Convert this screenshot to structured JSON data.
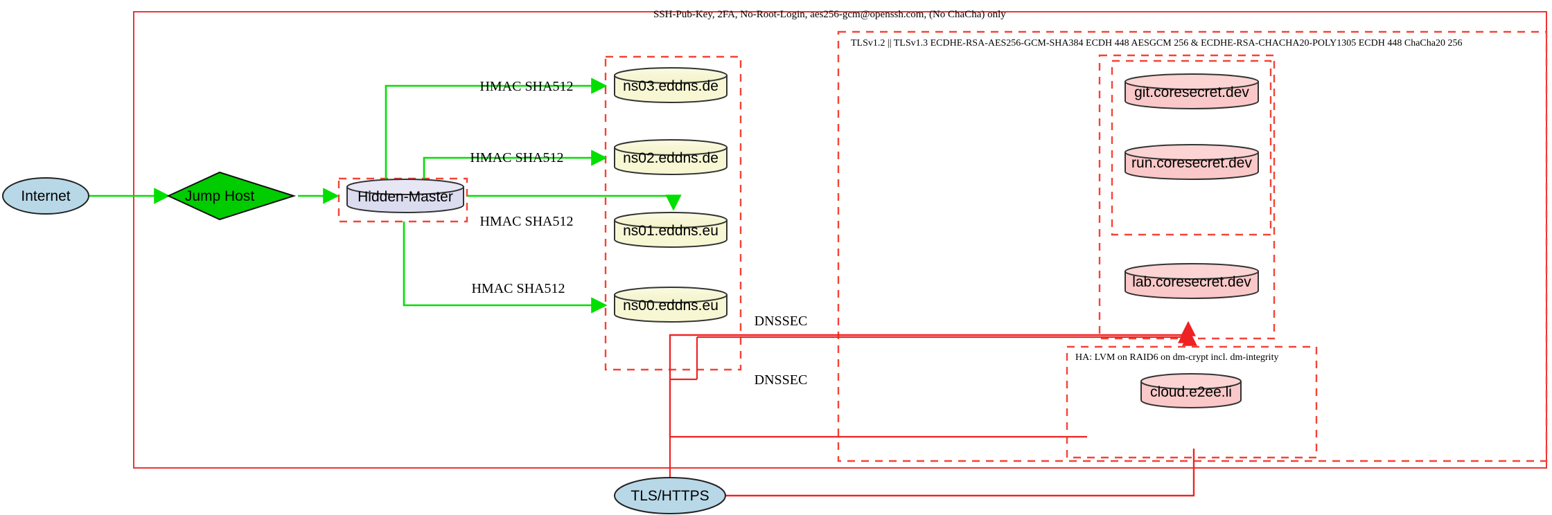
{
  "diagram": {
    "type": "network-architecture",
    "title_labels": {
      "ssh_boundary": "SSH-Pub-Key, 2FA, No-Root-Login, aes256-gcm@openssh.com, (No ChaCha) only",
      "tls_boundary": "TLSv1.2 || TLSv1.3 ECDHE-RSA-AES256-GCM-SHA384 ECDH 448 AESGCM 256 & ECDHE-RSA-CHACHA20-POLY1305 ECDH 448 ChaCha20 256",
      "ha_boundary": "HA: LVM on RAID6 on dm-crypt incl. dm-integrity"
    },
    "nodes": [
      {
        "id": "internet",
        "label": "Internet",
        "shape": "ellipse",
        "fill": "#b8d8e8"
      },
      {
        "id": "jump-host",
        "label": "Jump Host",
        "shape": "diamond",
        "fill": "#00cc00"
      },
      {
        "id": "hidden-master",
        "label": "Hidden-Master",
        "shape": "cylinder",
        "fill": "#dcdcf0"
      },
      {
        "id": "ns03",
        "label": "ns03.eddns.de",
        "shape": "cylinder",
        "fill": "#f7f7d4"
      },
      {
        "id": "ns02",
        "label": "ns02.eddns.de",
        "shape": "cylinder",
        "fill": "#f7f7d4"
      },
      {
        "id": "ns01",
        "label": "ns01.eddns.eu",
        "shape": "cylinder",
        "fill": "#f7f7d4"
      },
      {
        "id": "ns00",
        "label": "ns00.eddns.eu",
        "shape": "cylinder",
        "fill": "#f7f7d4"
      },
      {
        "id": "git",
        "label": "git.coresecret.dev",
        "shape": "cylinder",
        "fill": "#fac8c8"
      },
      {
        "id": "run",
        "label": "run.coresecret.dev",
        "shape": "cylinder",
        "fill": "#fac8c8"
      },
      {
        "id": "lab",
        "label": "lab.coresecret.dev",
        "shape": "cylinder",
        "fill": "#fac8c8"
      },
      {
        "id": "cloud",
        "label": "cloud.e2ee.li",
        "shape": "cylinder",
        "fill": "#fac8c8"
      },
      {
        "id": "tls-https",
        "label": "TLS/HTTPS",
        "shape": "ellipse",
        "fill": "#b8d8e8"
      }
    ],
    "edge_labels": {
      "hmac": "HMAC SHA512",
      "dnssec": "DNSSEC"
    },
    "edges": [
      {
        "from": "internet",
        "to": "jump-host",
        "label": "",
        "color": "#00e000"
      },
      {
        "from": "jump-host",
        "to": "hidden-master",
        "label": "",
        "color": "#00e000"
      },
      {
        "from": "hidden-master",
        "to": "ns03",
        "label": "HMAC SHA512",
        "color": "#00e000"
      },
      {
        "from": "hidden-master",
        "to": "ns02",
        "label": "HMAC SHA512",
        "color": "#00e000"
      },
      {
        "from": "hidden-master",
        "to": "ns01",
        "label": "HMAC SHA512",
        "color": "#00e000"
      },
      {
        "from": "hidden-master",
        "to": "ns00",
        "label": "HMAC SHA512",
        "color": "#00e000"
      },
      {
        "from": "tls-https",
        "to": "coresecret",
        "label": "DNSSEC",
        "color": "#ee2222"
      },
      {
        "from": "tls-https",
        "to": "ha-cluster",
        "label": "DNSSEC",
        "color": "#ee2222"
      }
    ],
    "colors": {
      "boundary": "#ee3333",
      "secure_link": "#00e000",
      "tls_link": "#ee2222",
      "dns_node": "#f7f7d4",
      "app_node": "#fac8c8",
      "endpoint_node": "#b8d8e8",
      "master_node": "#dcdcf0",
      "jump_node": "#00cc00"
    }
  }
}
